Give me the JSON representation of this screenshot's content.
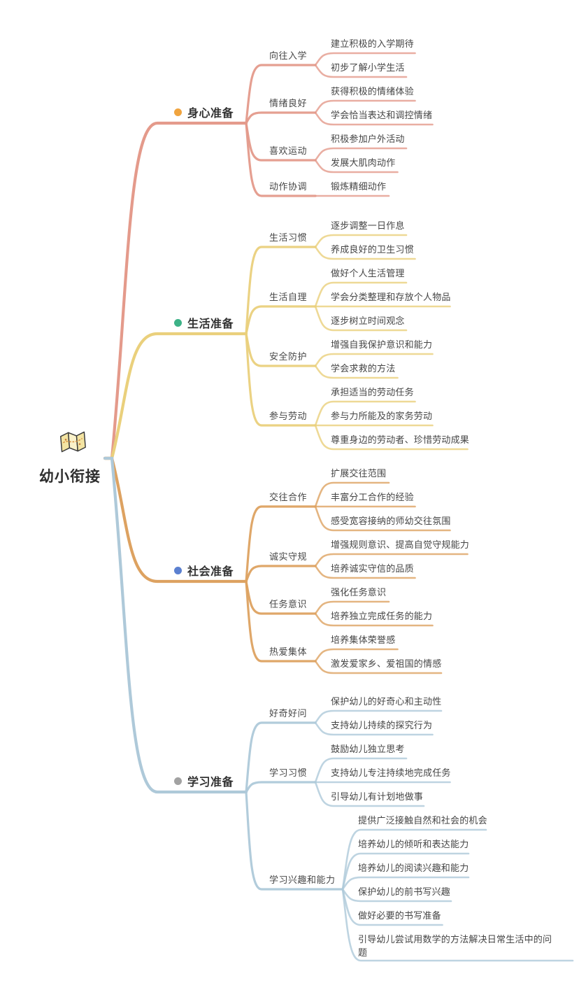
{
  "root": {
    "label": "幼小衔接",
    "icon": "folded-map-icon"
  },
  "text_color": "#3f3f3f",
  "branches": [
    {
      "label": "身心准备",
      "dot_color": "#f0a43f",
      "line_color": "#e49a8b",
      "topics": [
        {
          "label": "向往入学",
          "leaves": [
            "建立积极的入学期待",
            "初步了解小学生活"
          ]
        },
        {
          "label": "情绪良好",
          "leaves": [
            "获得积极的情绪体验",
            "学会恰当表达和调控情绪"
          ]
        },
        {
          "label": "喜欢运动",
          "leaves": [
            "积极参加户外活动",
            "发展大肌肉动作"
          ]
        },
        {
          "label": "动作协调",
          "leaves": [
            "锻炼精细动作"
          ]
        }
      ]
    },
    {
      "label": "生活准备",
      "dot_color": "#3db287",
      "line_color": "#ead07c",
      "topics": [
        {
          "label": "生活习惯",
          "leaves": [
            "逐步调整一日作息",
            "养成良好的卫生习惯"
          ]
        },
        {
          "label": "生活自理",
          "leaves": [
            "做好个人生活管理",
            "学会分类整理和存放个人物品",
            "逐步树立时间观念"
          ]
        },
        {
          "label": "安全防护",
          "leaves": [
            "增强自我保护意识和能力",
            "学会求救的方法"
          ]
        },
        {
          "label": "参与劳动",
          "leaves": [
            "承担适当的劳动任务",
            "参与力所能及的家务劳动",
            "尊重身边的劳动者、珍惜劳动成果"
          ]
        }
      ]
    },
    {
      "label": "社会准备",
      "dot_color": "#5b80d0",
      "line_color": "#dda261",
      "topics": [
        {
          "label": "交往合作",
          "leaves": [
            "扩展交往范围",
            "丰富分工合作的经验",
            "感受宽容接纳的师幼交往氛围"
          ]
        },
        {
          "label": "诚实守规",
          "leaves": [
            "增强规则意识、提高自觉守规能力",
            "培养诚实守信的品质"
          ]
        },
        {
          "label": "任务意识",
          "leaves": [
            "强化任务意识",
            "培养独立完成任务的能力"
          ]
        },
        {
          "label": "热爱集体",
          "leaves": [
            "培养集体荣誉感",
            "激发爱家乡、爱祖国的情感"
          ]
        }
      ]
    },
    {
      "label": "学习准备",
      "dot_color": "#a2a2a2",
      "line_color": "#aec9d9",
      "topics": [
        {
          "label": "好奇好问",
          "leaves": [
            "保护幼儿的好奇心和主动性",
            "支持幼儿持续的探究行为"
          ]
        },
        {
          "label": "学习习惯",
          "leaves": [
            "鼓励幼儿独立思考",
            "支持幼儿专注持续地完成任务",
            "引导幼儿有计划地做事"
          ]
        },
        {
          "label": "学习兴趣和能力",
          "leaves": [
            "提供广泛接触自然和社会的机会",
            "培养幼儿的倾听和表达能力",
            "培养幼儿的阅读兴趣和能力",
            "保护幼儿的前书写兴趣",
            "做好必要的书写准备",
            "引导幼儿尝试用数学的方法解决日常生活中的问题"
          ]
        }
      ]
    }
  ]
}
